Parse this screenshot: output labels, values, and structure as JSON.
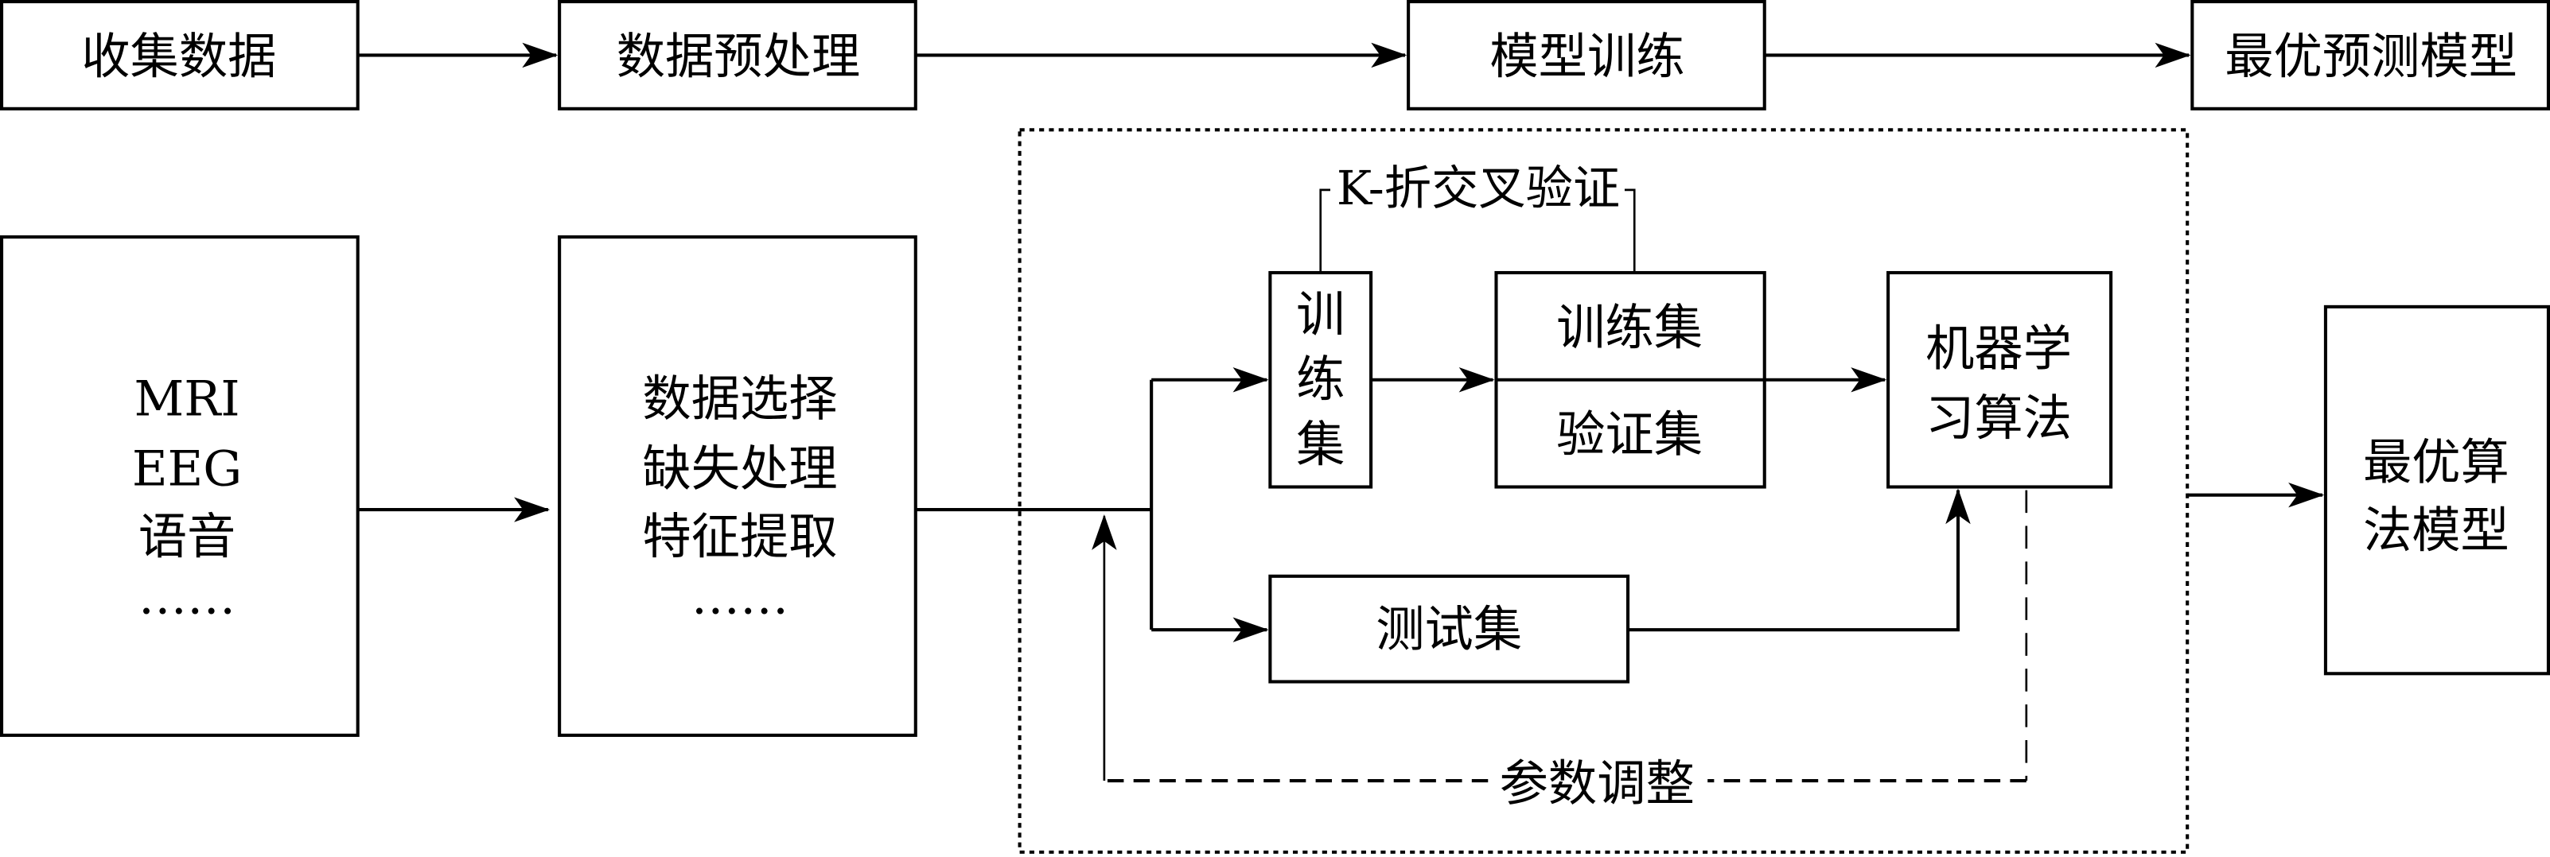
{
  "top_flow": {
    "step1": "收集数据",
    "step2": "数据预处理",
    "step3": "模型训练",
    "step4": "最优预测模型"
  },
  "data_sources": {
    "lines": [
      "MRI",
      "EEG",
      "语音",
      "……"
    ]
  },
  "preprocessing": {
    "lines": [
      "数据选择",
      "缺失处理",
      "特征提取",
      "……"
    ]
  },
  "training": {
    "train_set_vertical": [
      "训",
      "练",
      "集"
    ],
    "kfold_label": "K-折交叉验证",
    "train_split": "训练集",
    "validation_split": "验证集",
    "ml_algorithm": [
      "机器学",
      "习算法"
    ],
    "test_set": "测试集",
    "param_tuning": "参数调整"
  },
  "output": {
    "lines": [
      "最优算",
      "法模型"
    ]
  }
}
